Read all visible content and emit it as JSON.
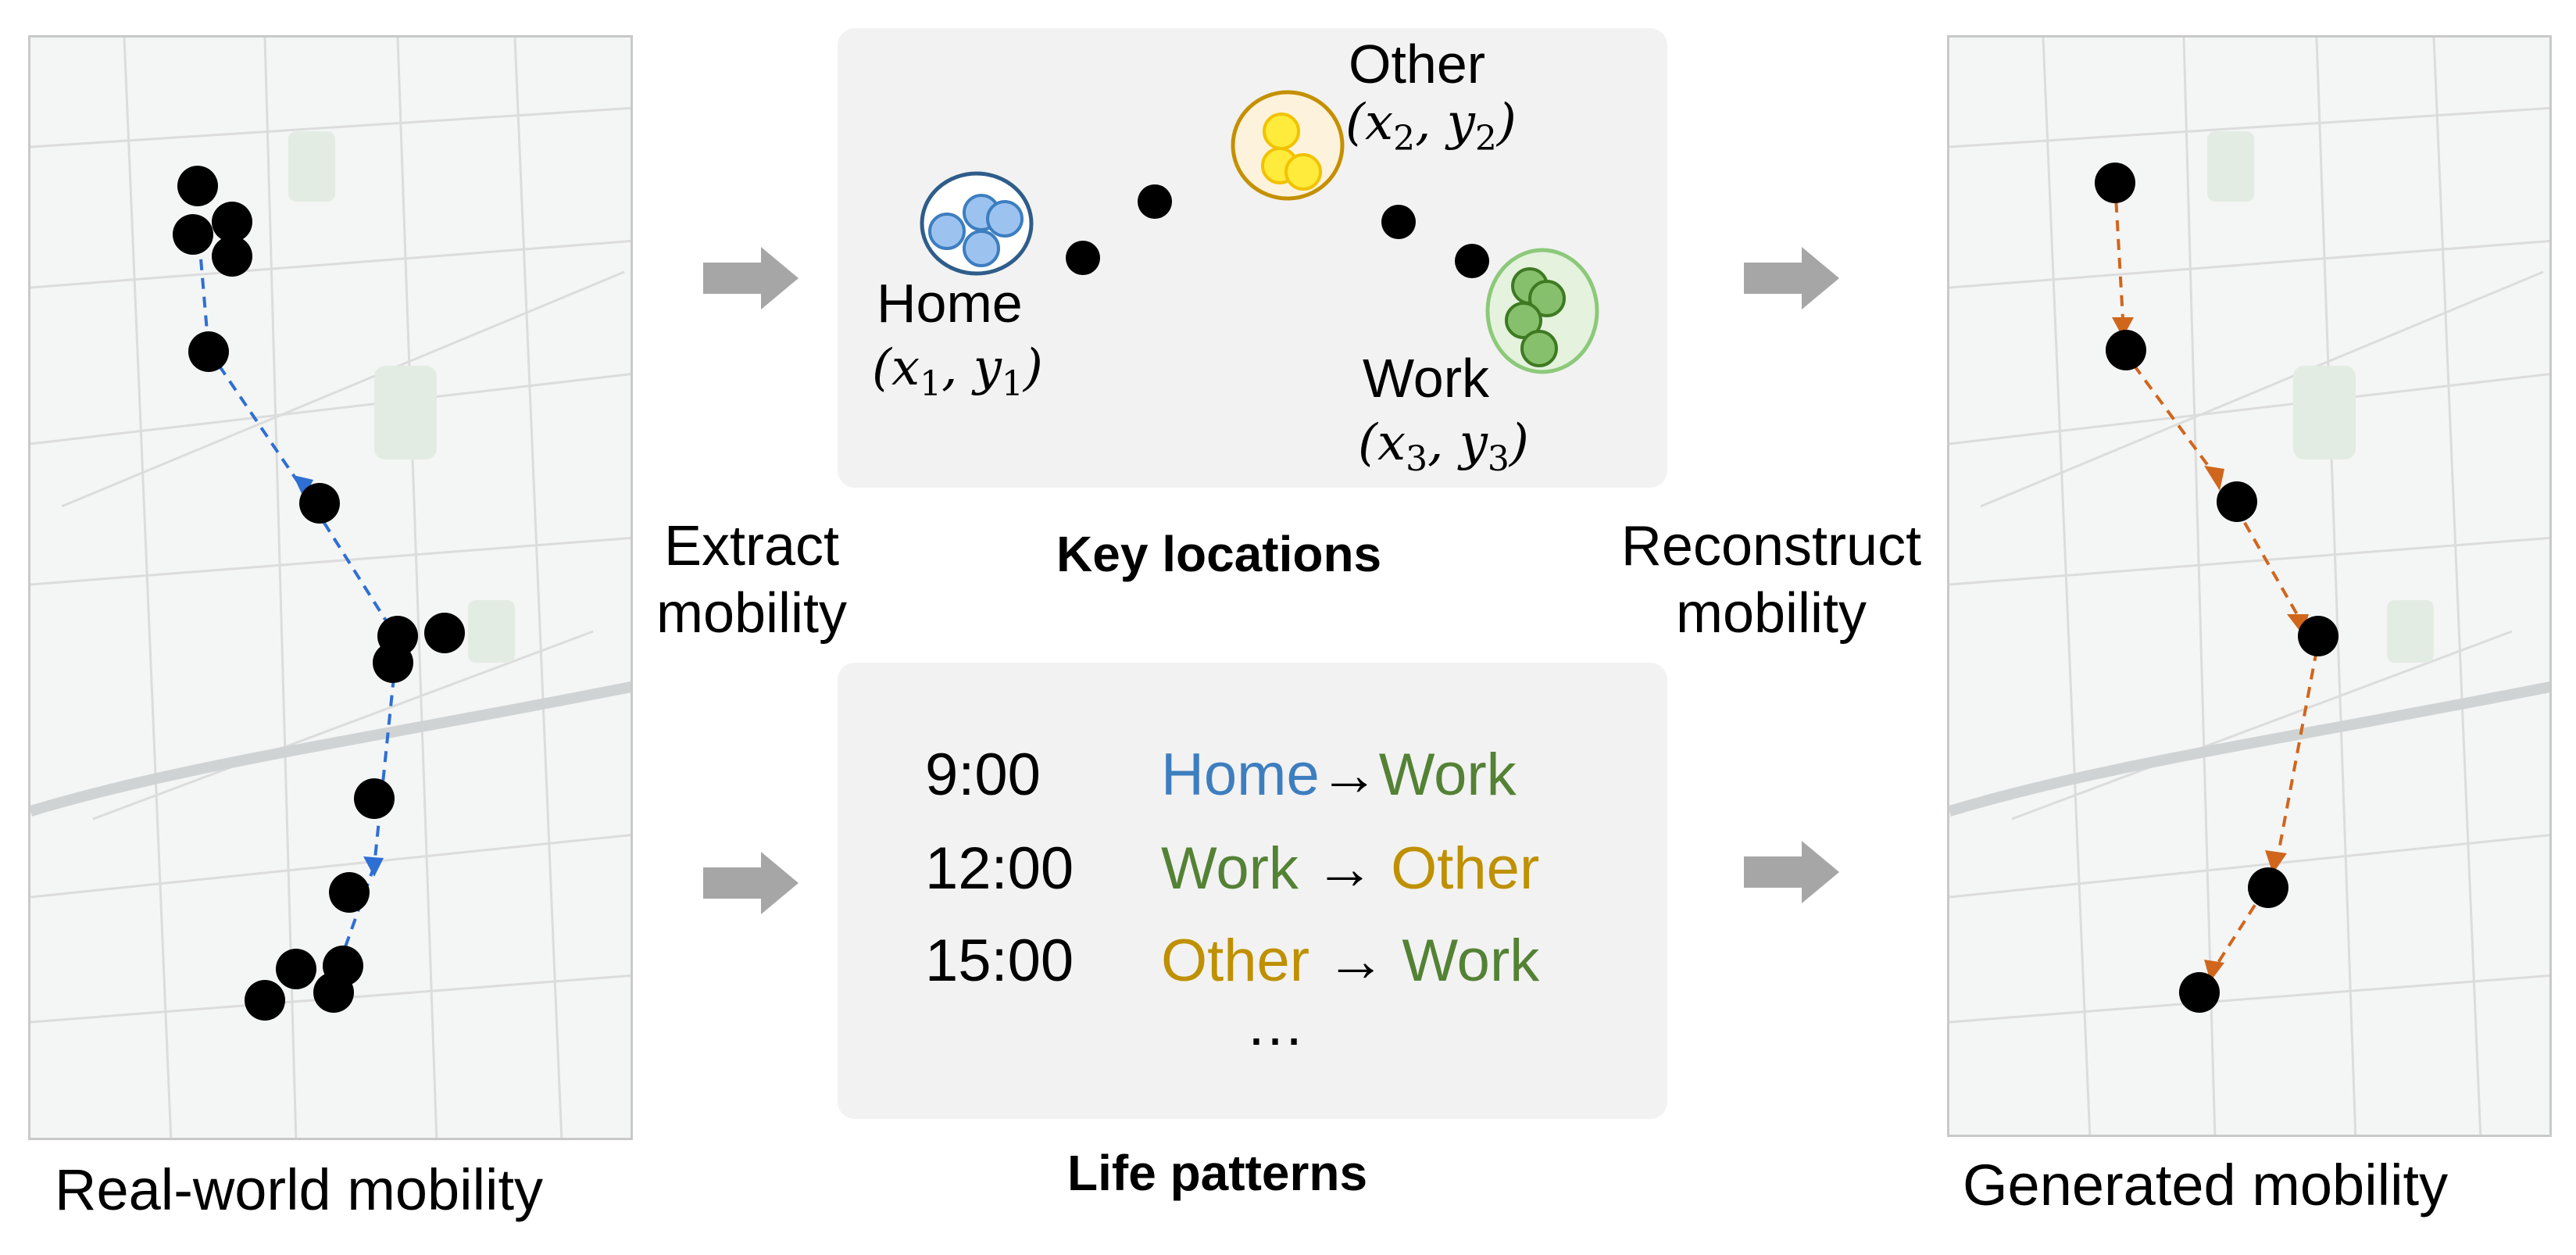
{
  "panels": {
    "left_caption": "Real-world mobility",
    "right_caption": "Generated mobility",
    "key_locations_caption": "Key locations",
    "life_patterns_caption": "Life patterns"
  },
  "steps": {
    "extract": "Extract\nmobility",
    "reconstruct": "Reconstruct\nmobility"
  },
  "key_locations": {
    "home": {
      "name": "Home",
      "coord": {
        "x": "x",
        "y": "y",
        "sub": "1"
      }
    },
    "other": {
      "name": "Other",
      "coord": {
        "x": "x",
        "y": "y",
        "sub": "2"
      }
    },
    "work": {
      "name": "Work",
      "coord": {
        "x": "x",
        "y": "y",
        "sub": "3"
      }
    }
  },
  "life_patterns": [
    {
      "time": "9:00",
      "from": "Home",
      "arrow": "→",
      "to": "Work"
    },
    {
      "time": "12:00",
      "from": "Work",
      "arrow": " → ",
      "to": "Other"
    },
    {
      "time": "15:00",
      "from": "Other",
      "arrow": " → ",
      "to": "Work"
    }
  ],
  "ellipsis": "…",
  "colors": {
    "home": "#3d7ebf",
    "work": "#548235",
    "other": "#bf9000",
    "real_path": "#2e6fd3",
    "generated_path": "#d0661c",
    "arrow_gray": "#a6a6a6"
  },
  "icons": [
    "right-arrow-icon",
    "location-dot-icon",
    "cluster-icon"
  ]
}
